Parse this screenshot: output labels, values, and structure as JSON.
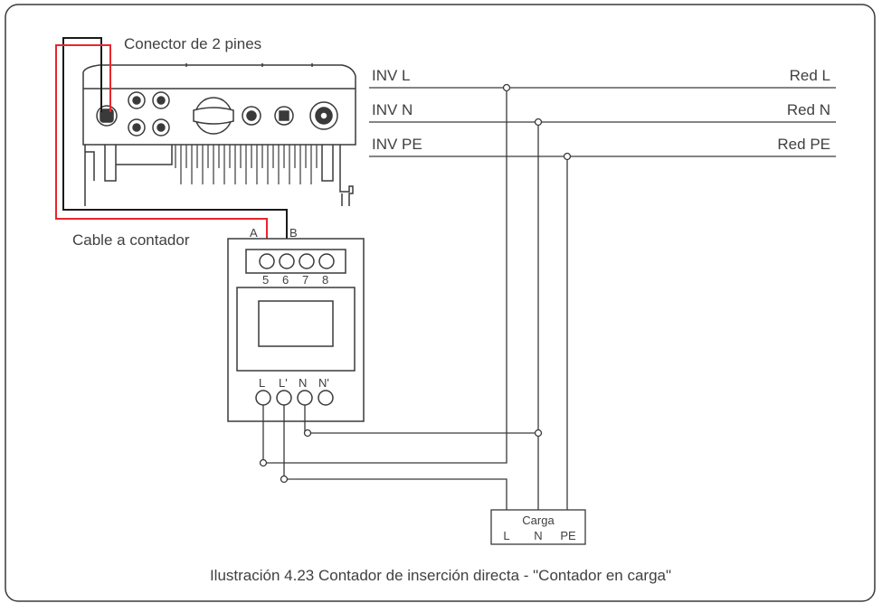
{
  "diagram": {
    "connector_label": "Conector de 2 pines",
    "cable_label": "Cable a contador",
    "caption": "Ilustración 4.23 Contador de inserción directa - \"Contador en carga\"",
    "lines": {
      "inv_l": "INV L",
      "inv_n": "INV N",
      "inv_pe": "INV PE",
      "red_l": "Red L",
      "red_n": "Red N",
      "red_pe": "Red PE"
    },
    "meter": {
      "terminal_a": "A",
      "terminal_b": "B",
      "pins": [
        "5",
        "6",
        "7",
        "8"
      ],
      "bottom_terminals": [
        "L",
        "L'",
        "N",
        "N'"
      ]
    },
    "load": {
      "title": "Carga",
      "terminals": [
        "L",
        "N",
        "PE"
      ]
    }
  },
  "colors": {
    "line": "#3a3a3a",
    "text": "#404040",
    "cable_red": "#e8262d",
    "frame": "#3a3a3a"
  }
}
